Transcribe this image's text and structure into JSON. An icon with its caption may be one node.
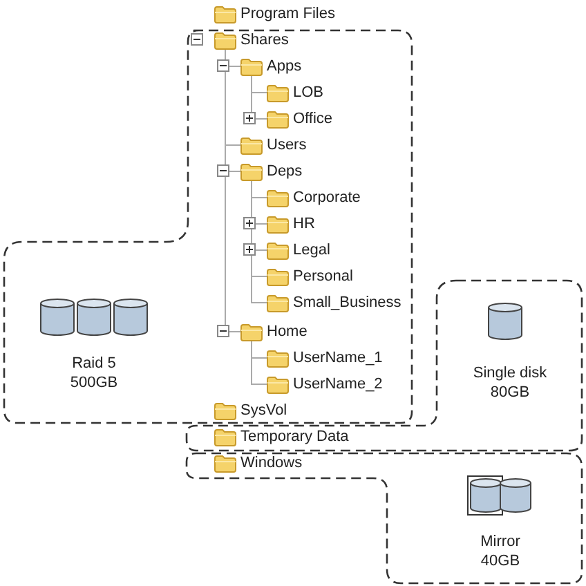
{
  "diagram": {
    "nodes": [
      {
        "text": [
          "Program Files"
        ]
      },
      {
        "text": [
          "Raid 5 500GB"
        ]
      },
      {
        "text": [
          "Shares"
        ],
        "in": 1
      },
      {
        "text": [
          "Apps"
        ],
        "in": 1
      },
      {
        "text": [
          "LOB"
        ],
        "in": 1
      },
      {
        "text": [
          "Office"
        ],
        "in": 1
      },
      {
        "text": [
          "Users"
        ],
        "in": 1
      },
      {
        "text": [
          "Deps"
        ],
        "in": 1
      },
      {
        "text": [
          "Corporate"
        ],
        "in": 1
      },
      {
        "text": [
          "HR"
        ],
        "in": 1
      },
      {
        "text": [
          "Legal"
        ],
        "in": 1
      },
      {
        "text": [
          "Personal"
        ],
        "in": 1
      },
      {
        "text": [
          "Small_Business"
        ],
        "in": 1
      },
      {
        "text": [
          "Home"
        ],
        "in": 1
      },
      {
        "text": [
          "UserName_1"
        ],
        "in": 1
      },
      {
        "text": [
          "UserName_2"
        ],
        "in": 1
      },
      {
        "text": [
          "SysVol"
        ],
        "in": 1
      },
      {
        "text": [
          "Single disk 80GB"
        ]
      },
      {
        "text": [
          "Temporary Data"
        ],
        "in": 17
      },
      {
        "text": [
          "Mirror 40GB"
        ]
      },
      {
        "text": [
          "Windows"
        ],
        "in": 19
      }
    ],
    "edges": [
      {
        "from": 2,
        "to": 3,
        "arrow": "none"
      },
      {
        "from": 3,
        "to": 4,
        "arrow": "none"
      },
      {
        "from": 3,
        "to": 5,
        "arrow": "none"
      },
      {
        "from": 2,
        "to": 6,
        "arrow": "none"
      },
      {
        "from": 2,
        "to": 7,
        "arrow": "none"
      },
      {
        "from": 7,
        "to": 8,
        "arrow": "none"
      },
      {
        "from": 7,
        "to": 9,
        "arrow": "none"
      },
      {
        "from": 7,
        "to": 10,
        "arrow": "none"
      },
      {
        "from": 7,
        "to": 11,
        "arrow": "none"
      },
      {
        "from": 7,
        "to": 12,
        "arrow": "none"
      },
      {
        "from": 2,
        "to": 13,
        "arrow": "none"
      },
      {
        "from": 13,
        "to": 14,
        "arrow": "none"
      },
      {
        "from": 13,
        "to": 15,
        "arrow": "none"
      }
    ]
  }
}
